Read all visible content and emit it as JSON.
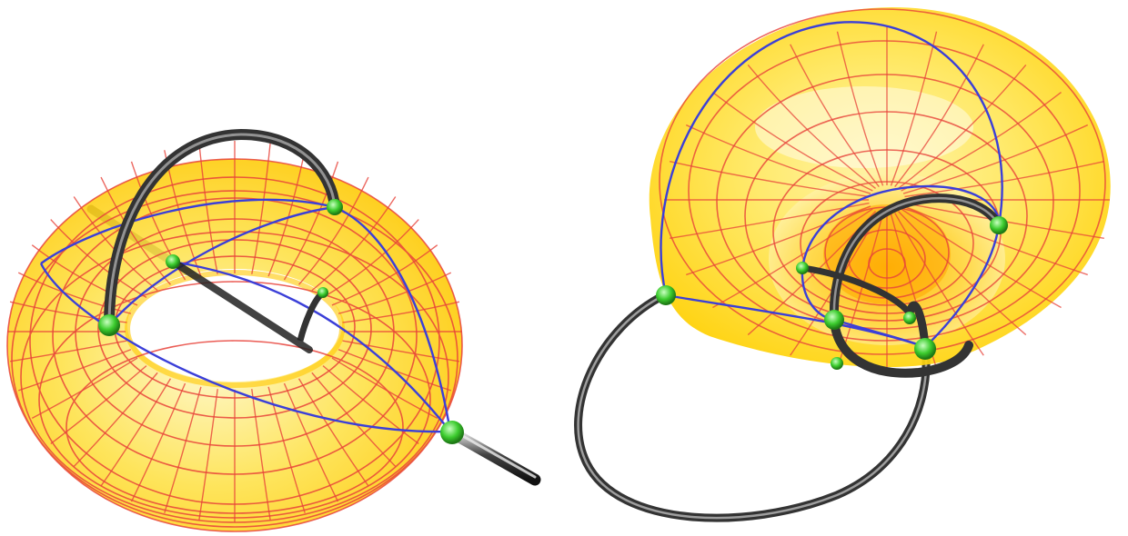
{
  "figure": {
    "panels": [
      {
        "id": "left",
        "surface": "torus",
        "description_tag": "torus-with-axis-and-arc"
      },
      {
        "id": "right",
        "surface": "dupin-cyclide",
        "description_tag": "cyclide-with-linked-circles"
      }
    ]
  },
  "colors": {
    "surface_fill": "#ffd400",
    "surface_highlight": "#fff6b0",
    "wire_red": "#e8433a",
    "curve_blue": "#3b3fd8",
    "tube_dark": "#3a3a3a",
    "tube_light": "#c8c8c8",
    "vertex_green": "#3ccc2e"
  }
}
